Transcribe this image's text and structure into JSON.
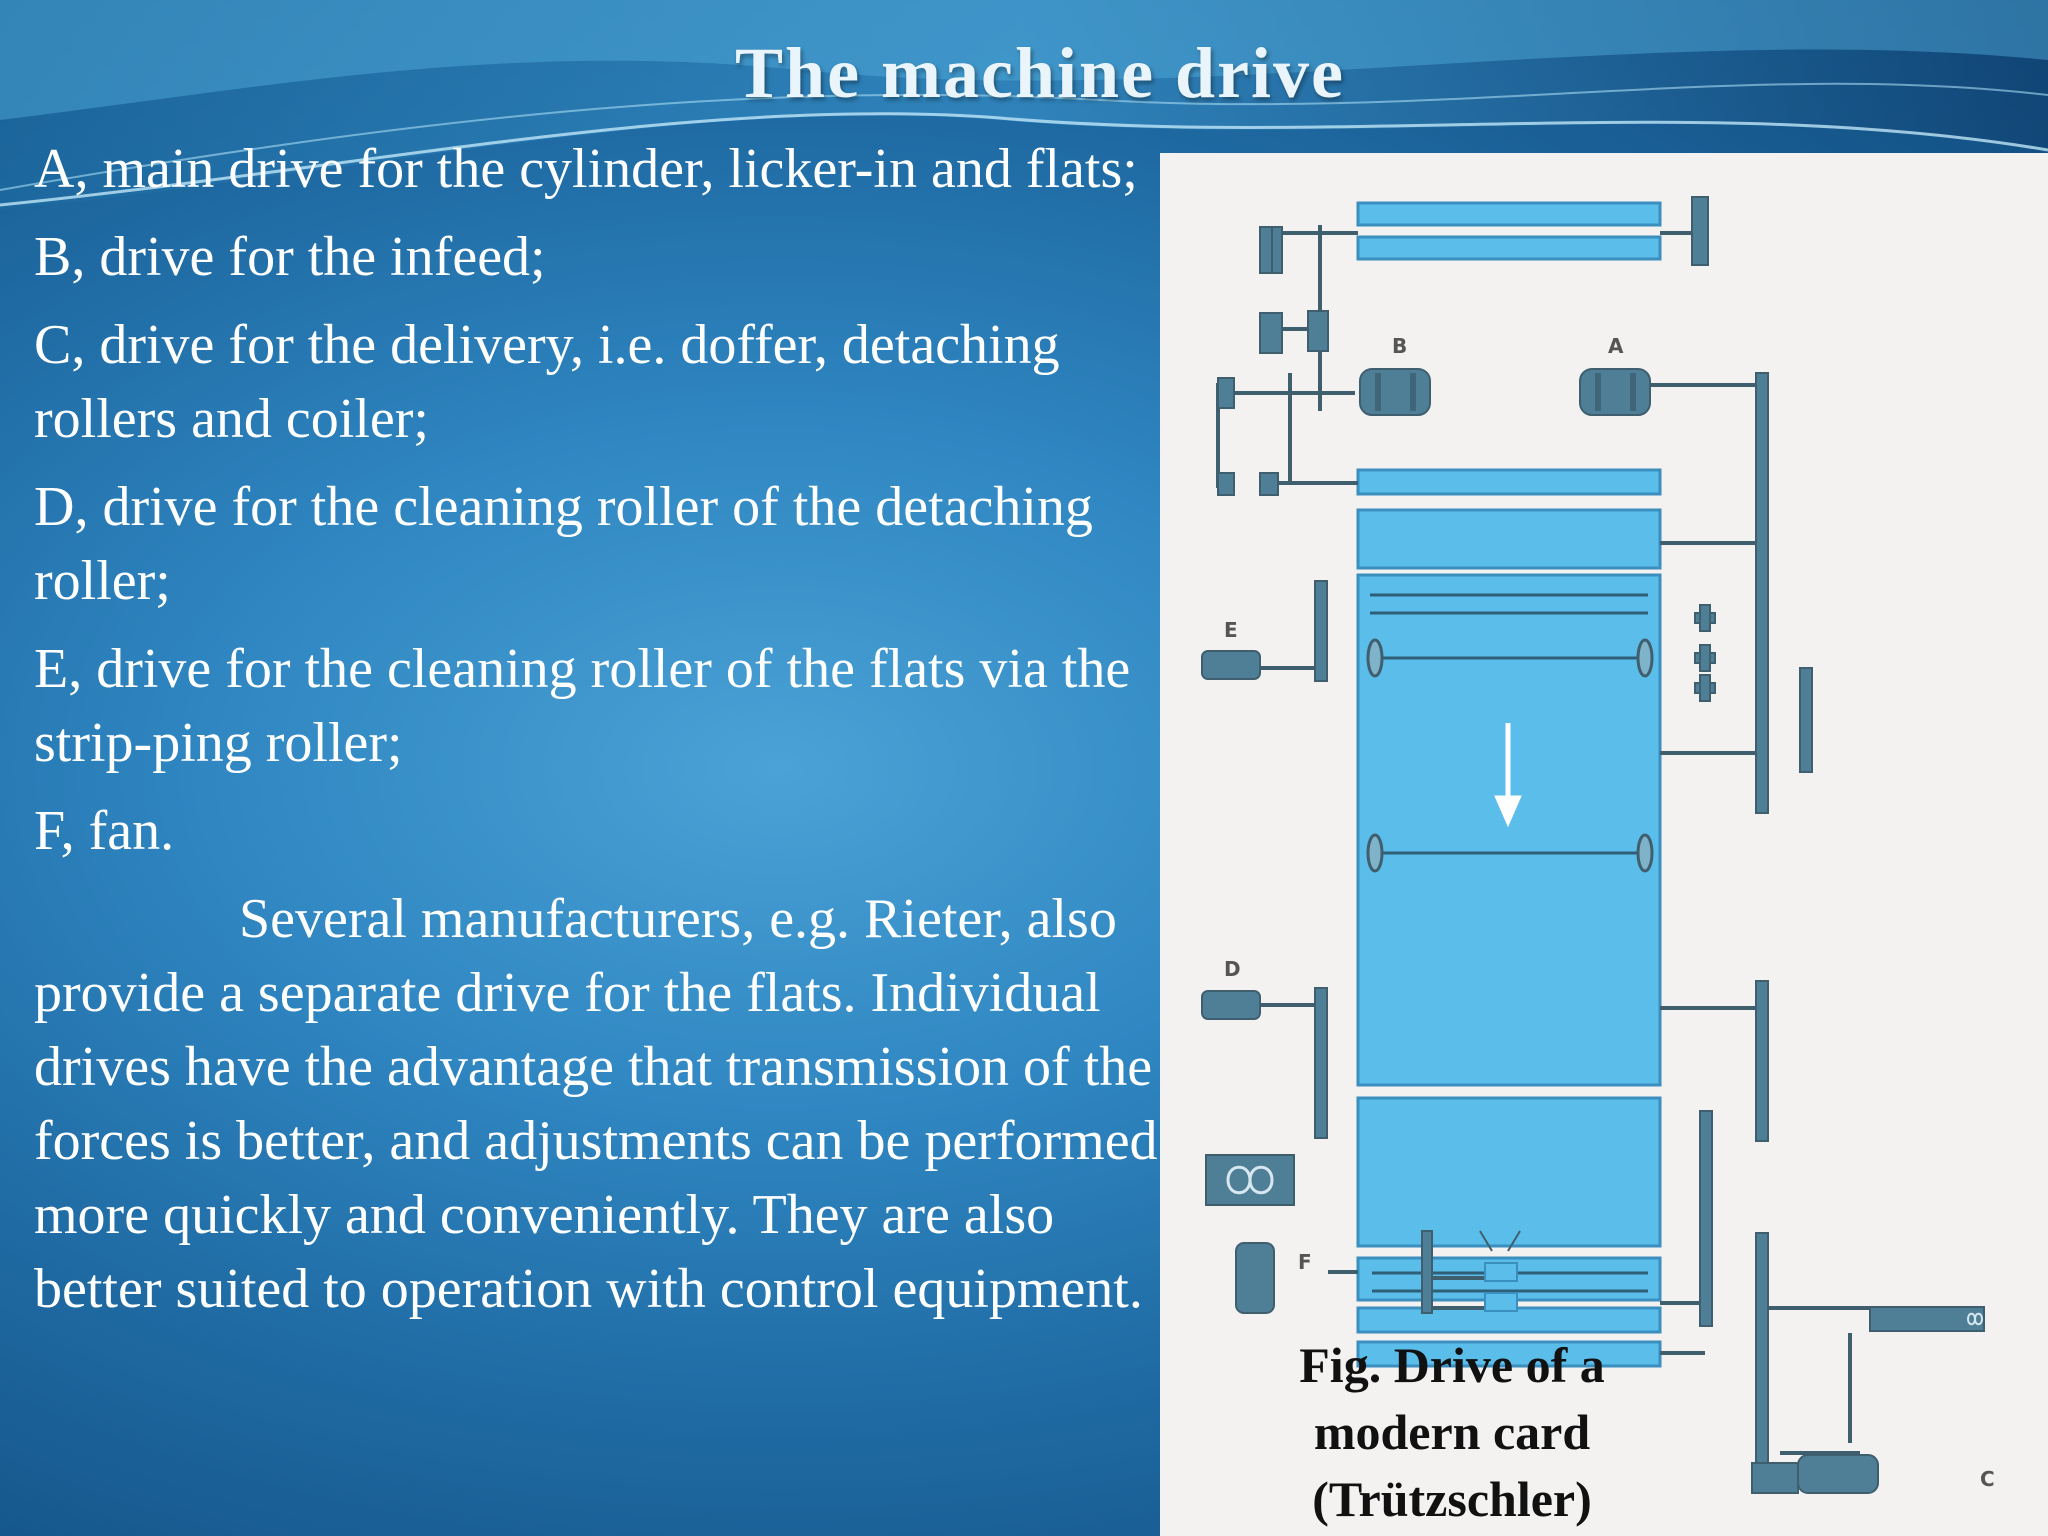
{
  "slide": {
    "title": "The machine drive",
    "items": [
      "A, main drive for the cylinder, licker-in and flats;",
      "B, drive for the infeed;",
      "C, drive for the delivery, i.e. doffer, detaching rollers and coiler;",
      "D, drive for the cleaning roller of the detaching roller;",
      "E, drive for the cleaning roller of the flats via the strip-ping roller;",
      "F, fan."
    ],
    "paragraph": "Several manufacturers, e.g. Rieter, also provide a separate drive for the flats. Individual drives have the advantage that transmission of the forces is better, and adjustments can be performed more quickly and conveniently. They are also better suited to operation with control equipment."
  },
  "figure": {
    "caption_line1": "Fig. Drive of a",
    "caption_line2": "modern card",
    "caption_line3": "(Trützschler)",
    "labels": {
      "A": "A",
      "B": "B",
      "C": "C",
      "D": "D",
      "E": "E",
      "F": "F"
    },
    "colors": {
      "roller_fill": "#5bbde9",
      "roller_stroke": "#3a8fbf",
      "drive": "#4e7f96",
      "shaft": "#3f5f6f",
      "background": "#f4f2f1"
    }
  }
}
